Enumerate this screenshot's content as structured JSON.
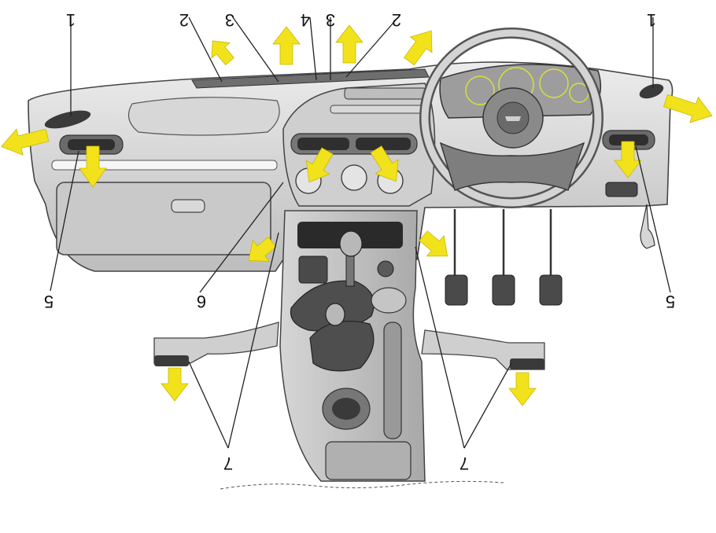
{
  "colors": {
    "airflow_arrow": "#f2e21b",
    "dash_light": "#e2e2e2",
    "dash_mid": "#c8c8c8",
    "dash_dark": "#8a8a8a",
    "line": "#333333",
    "gauge_marks": "#d9e23a"
  },
  "callouts": {
    "c1_left": "1",
    "c2_left": "2",
    "c3_left": "3",
    "c4": "4",
    "c3_right": "3",
    "c2_right": "2",
    "c1_right": "1",
    "c5_left": "5",
    "c6": "6",
    "c5_right": "5",
    "c7_left": "7",
    "c7_right": "7"
  },
  "icons": {
    "airflow": "airflow-arrow-icon",
    "vent": "air-vent-icon"
  }
}
